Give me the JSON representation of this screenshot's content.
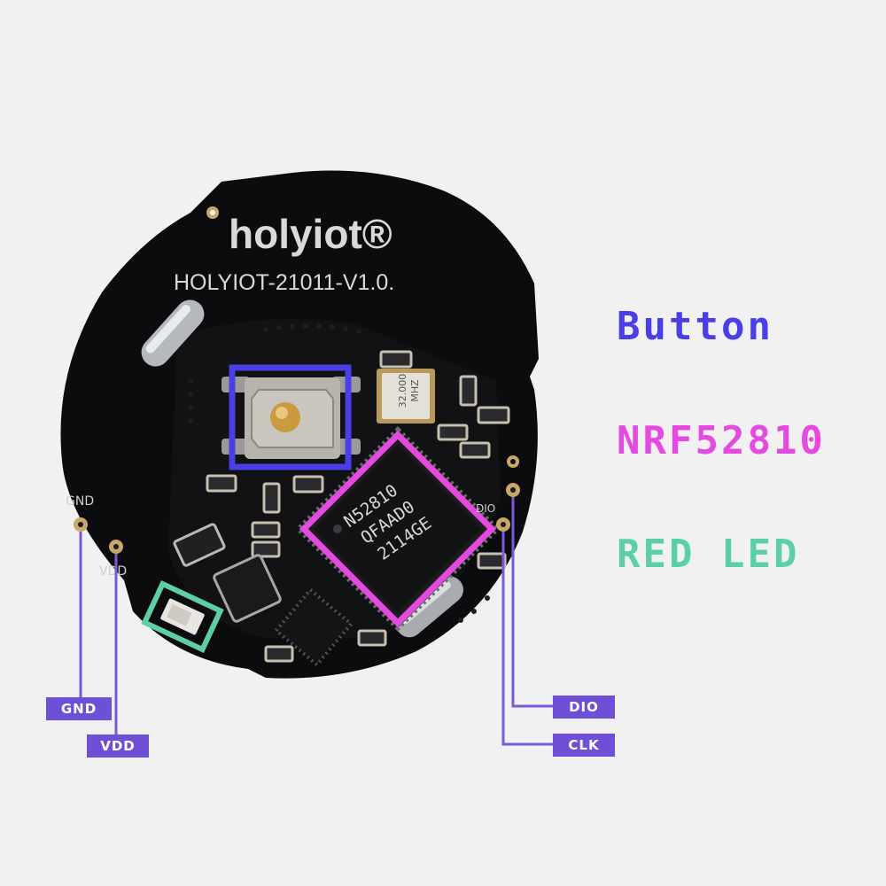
{
  "board": {
    "logo_text": "holyiot®",
    "model_text": "HOLYIOT-21011-V1.0.",
    "chip_lines": [
      "N52810",
      "QFAAD0",
      "2114GE"
    ],
    "crystal_lines": [
      "32.000",
      "MHZ"
    ],
    "silk_labels": {
      "gnd": "GND",
      "vdd": "VDD",
      "dio": "DIO"
    }
  },
  "legend": {
    "button": "Button",
    "chip": "NRF52810",
    "led": "RED LED"
  },
  "pins": {
    "gnd": "GND",
    "vdd": "VDD",
    "dio": "DIO",
    "clk": "CLK"
  },
  "colors": {
    "button": "#4a3ee6",
    "chip": "#e449e0",
    "led": "#5ccfa9",
    "pin_line": "#7a5ad8",
    "pcb": "#0c0c0e"
  }
}
